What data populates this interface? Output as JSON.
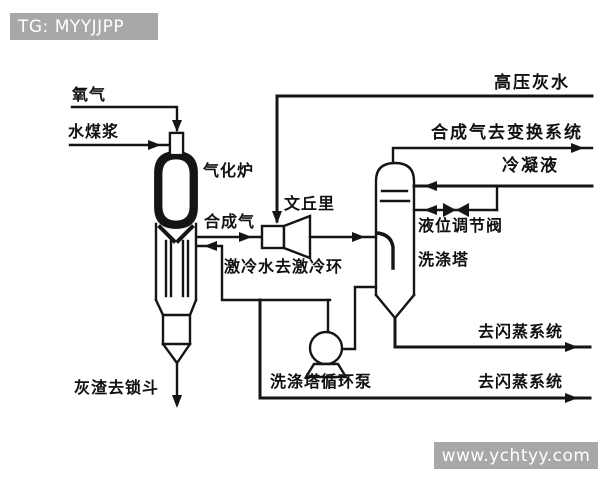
{
  "watermarks": {
    "tag_text": "TG: MYYJJPP",
    "url_text": "www.ychtyy.com",
    "box_color": "#a8a8a8",
    "text_color": "#ffffff"
  },
  "diagram": {
    "line_color": "#151515",
    "background": "#ffffff",
    "labels": {
      "oxygen": "氧气",
      "coal_water_slurry": "水煤浆",
      "gasifier": "气化炉",
      "syngas": "合成气",
      "venturi": "文丘里",
      "quench_water_to_ring": "激冷水去激冷环",
      "hp_grey_water": "高压灰水",
      "syngas_to_shift": "合成气去变换系统",
      "condensate": "冷凝液",
      "level_control_valve": "液位调节阀",
      "scrubber": "洗涤塔",
      "to_flash_system_1": "去闪蒸系统",
      "to_flash_system_2": "去闪蒸系统",
      "scrubber_circulation_pump": "洗涤塔循环泵",
      "slag_to_lockhopper": "灰渣去锁斗"
    }
  }
}
